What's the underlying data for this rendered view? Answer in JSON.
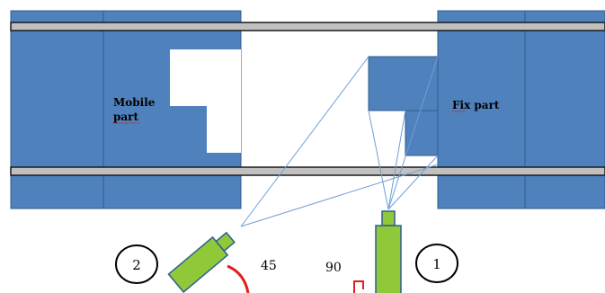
{
  "labels": {
    "mobile_line1": "Mobile",
    "mobile_line2": "part",
    "fix_part": "Fix part",
    "angle_45": "45",
    "angle_90": "90",
    "camera_2_number": "2",
    "camera_1_number": "1"
  },
  "colors": {
    "block_fill": "#4f81bd",
    "block_stroke": "#2f5d8f",
    "rail_fill": "#c0c0c0",
    "rail_stroke": "#1a1a1a",
    "camera_fill": "#8fc93a",
    "camera_stroke": "#2f5d8f",
    "sight_line": "#6f9fd6",
    "angle_mark": "#e02020",
    "spellcheck_underline": "#e02020"
  },
  "icons": {
    "camera_2": "camera-icon",
    "camera_1": "camera-icon",
    "angle_45_marker": "arc-icon",
    "angle_90_marker": "right-angle-icon"
  }
}
